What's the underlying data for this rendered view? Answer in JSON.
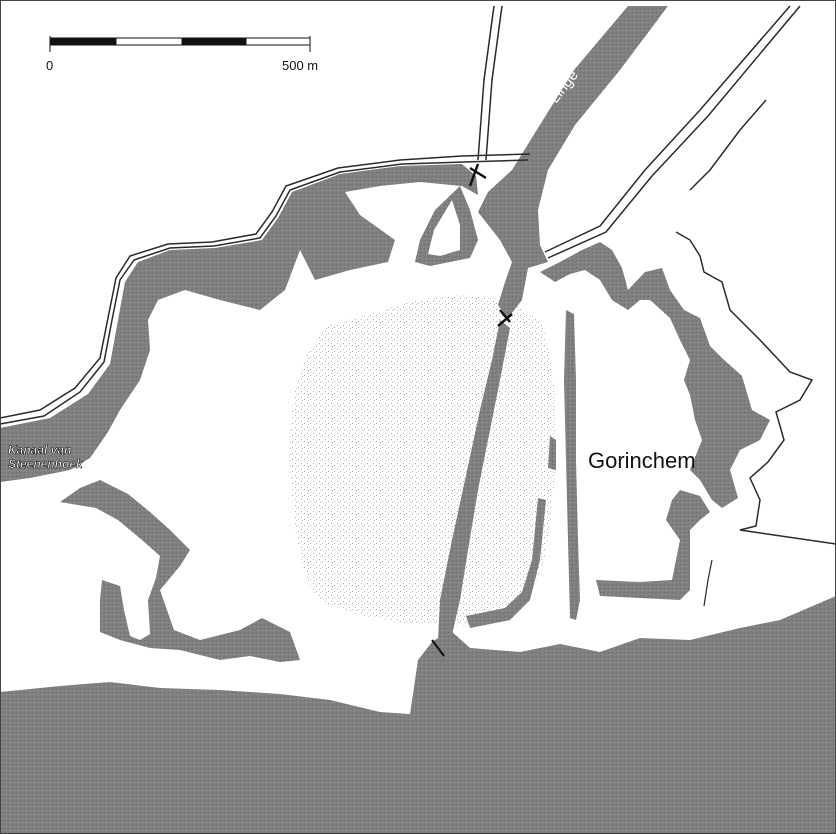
{
  "scale_bar": {
    "start_label": "0",
    "end_label": "500 m",
    "segment_colors": [
      "#111111",
      "#ffffff",
      "#111111",
      "#ffffff"
    ]
  },
  "labels": {
    "river": "Linge",
    "canal_line1": "Kanaal van",
    "canal_line2": "Steenenhoek",
    "town": "Gorinchem"
  },
  "colors": {
    "water": "#8a8a8a",
    "river_dark": "#7a7a7a",
    "speckle": "#b0b0b0",
    "background": "#ffffff",
    "outline": "#2a2a2a"
  }
}
